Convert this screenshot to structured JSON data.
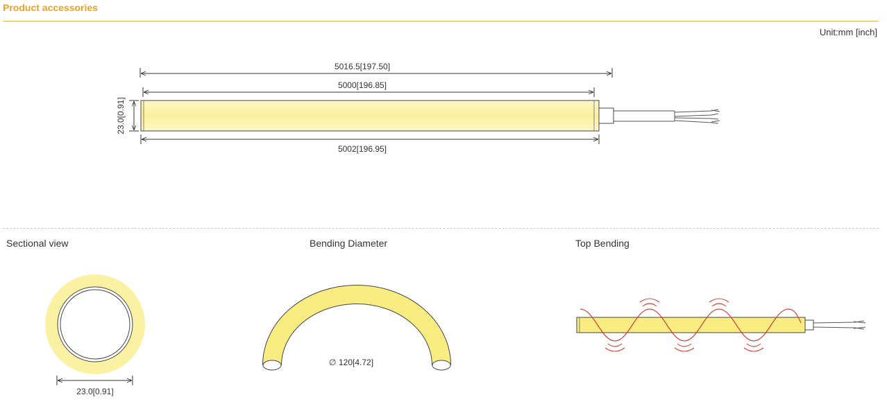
{
  "header": {
    "title": "Product accessories",
    "unit": "Unit:mm [inch]"
  },
  "dimensions": {
    "overall_length": "5016.5[197.50]",
    "body_length": "5000[196.85]",
    "tube_length": "5002[196.95]",
    "height": "23.0[0.91]"
  },
  "sections": {
    "sectional_view": {
      "label": "Sectional view",
      "diameter": "23.0[0.91]"
    },
    "bending_diameter": {
      "label": "Bending Diameter",
      "value": "120[4.72]",
      "symbol": "∅"
    },
    "top_bending": {
      "label": "Top Bending"
    }
  },
  "colors": {
    "accent": "#f0a020",
    "tube_fill": "#fbf1a3",
    "tube_bright": "#f9ec80",
    "wave": "#c8443a"
  }
}
